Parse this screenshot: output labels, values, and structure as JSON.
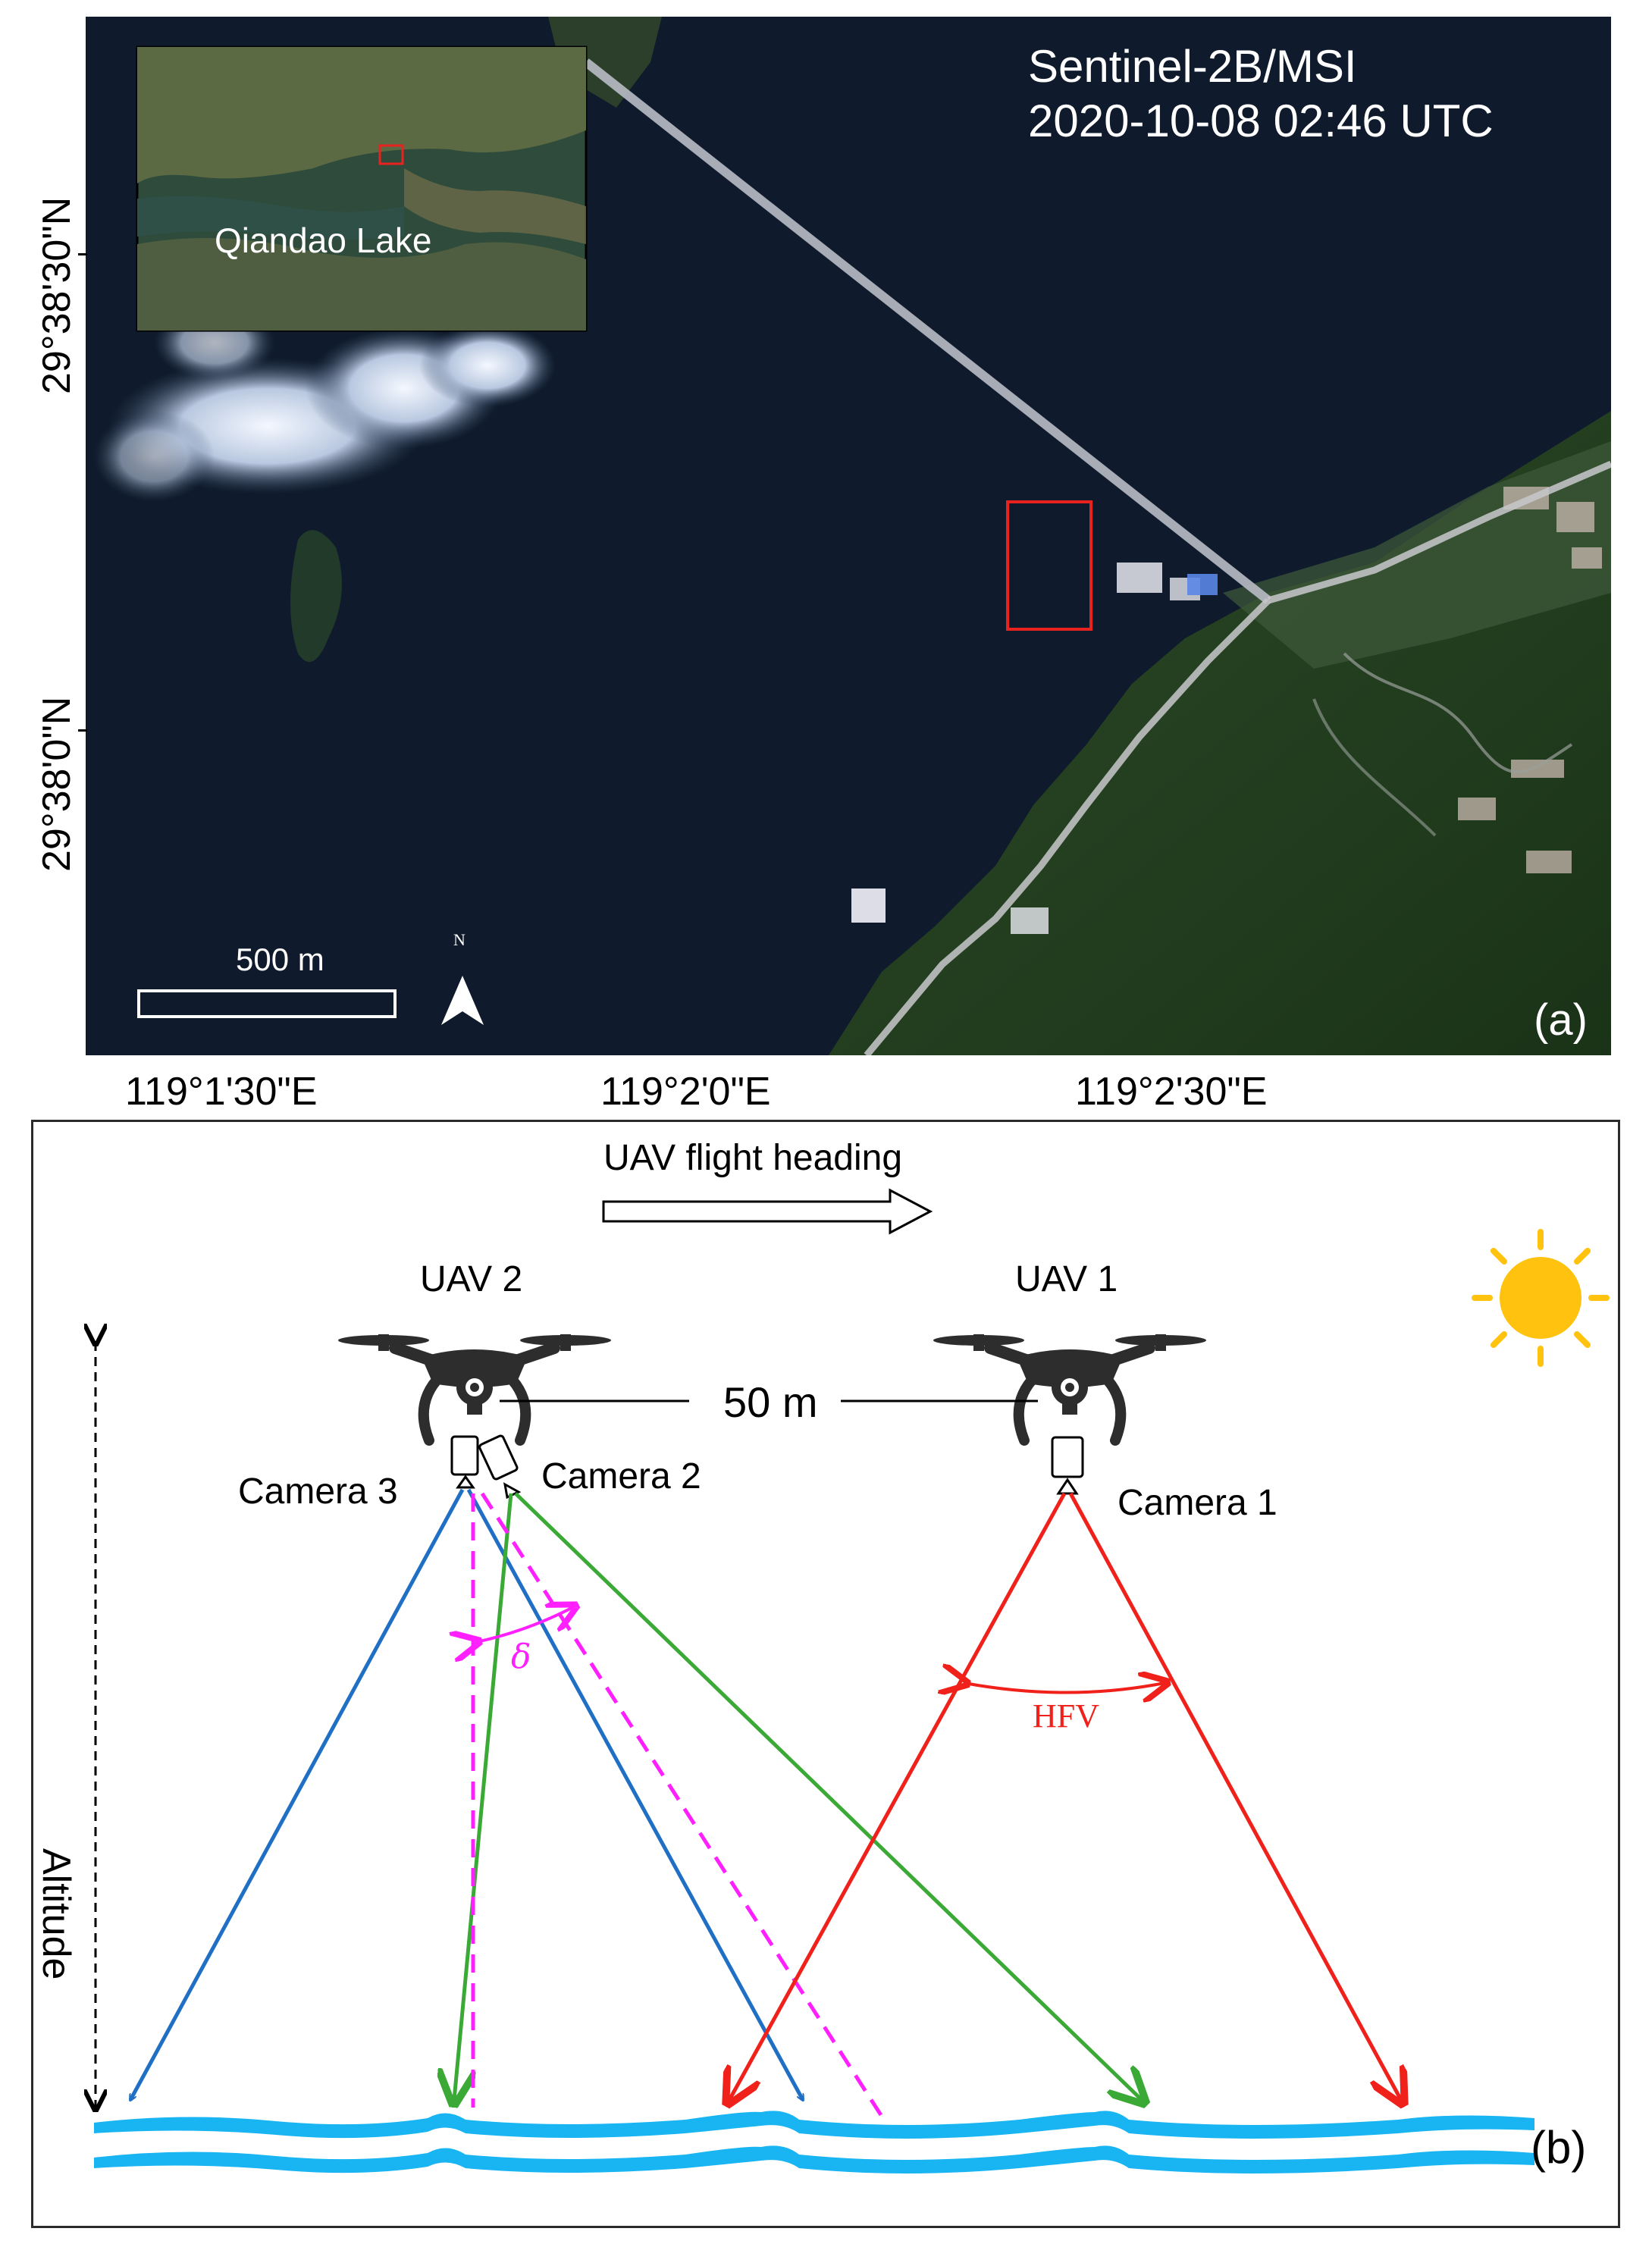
{
  "panel_a": {
    "sensor": "Sentinel-2B/MSI",
    "datetime": "2020-10-08 02:46 UTC",
    "inset_label": "Qiandao Lake",
    "scale_bar_label": "500 m",
    "north_label": "N",
    "panel_tag": "(a)",
    "lat_labels": [
      "29°38'30\"N",
      "29°38'0\"N"
    ],
    "lon_labels": [
      "119°1'30\"E",
      "119°2'0\"E",
      "119°2'30\"E"
    ],
    "colors": {
      "study_box": "#e8231f",
      "water": "#0d1726",
      "land": "#1f3d1f"
    }
  },
  "panel_b": {
    "heading_label": "UAV flight heading",
    "uav2_label": "UAV 2",
    "uav1_label": "UAV 1",
    "distance_label": "50 m",
    "camera3_label": "Camera 3",
    "camera2_label": "Camera 2",
    "camera1_label": "Camera 1",
    "angle_label": "δ",
    "fov_label": "HFV",
    "altitude_label": "Altitude",
    "panel_tag": "(b)",
    "colors": {
      "camera3_rays": "#1f6fc5",
      "camera2_rays": "#3aa935",
      "camera1_rays": "#f0201a",
      "nadir_dashed": "#ff1fff",
      "water": "#19b4f2",
      "sun": "#ffc20e",
      "drone": "#2d2d2d"
    }
  }
}
